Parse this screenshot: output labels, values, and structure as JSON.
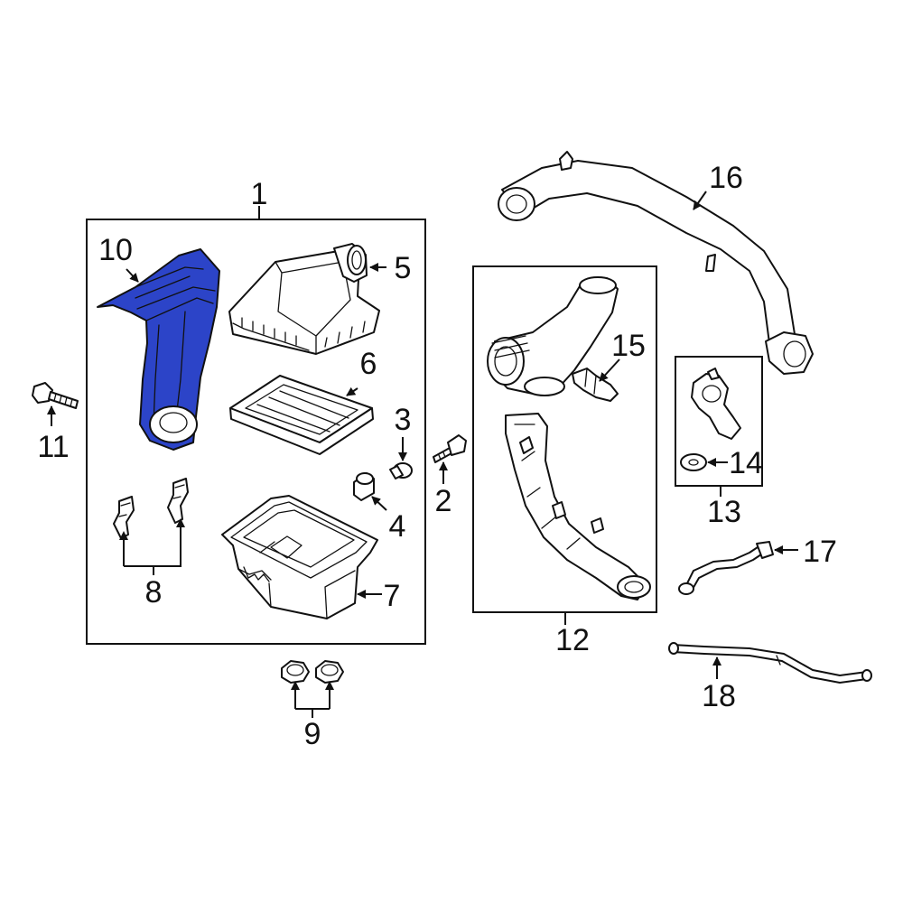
{
  "diagram": {
    "highlight_color": "#2c44c8",
    "line_color": "#111111",
    "highlighted_part": "10",
    "callouts": {
      "c1": "1",
      "c2": "2",
      "c3": "3",
      "c4": "4",
      "c5": "5",
      "c6": "6",
      "c7": "7",
      "c8": "8",
      "c9": "9",
      "c10": "10",
      "c11": "11",
      "c12": "12",
      "c13": "13",
      "c14": "14",
      "c15": "15",
      "c16": "16",
      "c17": "17",
      "c18": "18"
    }
  }
}
